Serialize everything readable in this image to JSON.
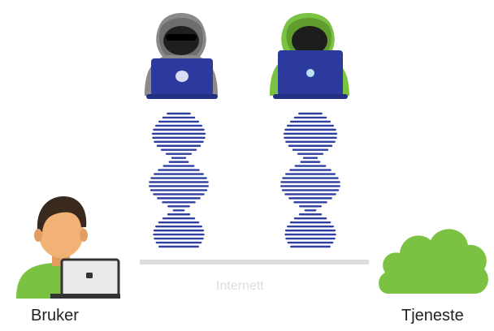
{
  "labels": {
    "user": "Bruker",
    "service": "Tjeneste",
    "network": "Internett"
  },
  "colors": {
    "green": "#7bc142",
    "green_dark": "#5e9d2e",
    "grey_hood": "#8a8a8a",
    "laptop_blue": "#2b3a9c",
    "wave_blue": "#2f3f9f",
    "skin": "#f3b275",
    "hair": "#3a2a1e",
    "line_grey": "#dddddd"
  },
  "icons": {
    "attacker_left": "hooded-hacker-grey-icon",
    "attacker_right": "hooded-hacker-green-icon",
    "user": "user-with-laptop-icon",
    "service": "cloud-icon",
    "signal": "wave-signal-icon"
  }
}
